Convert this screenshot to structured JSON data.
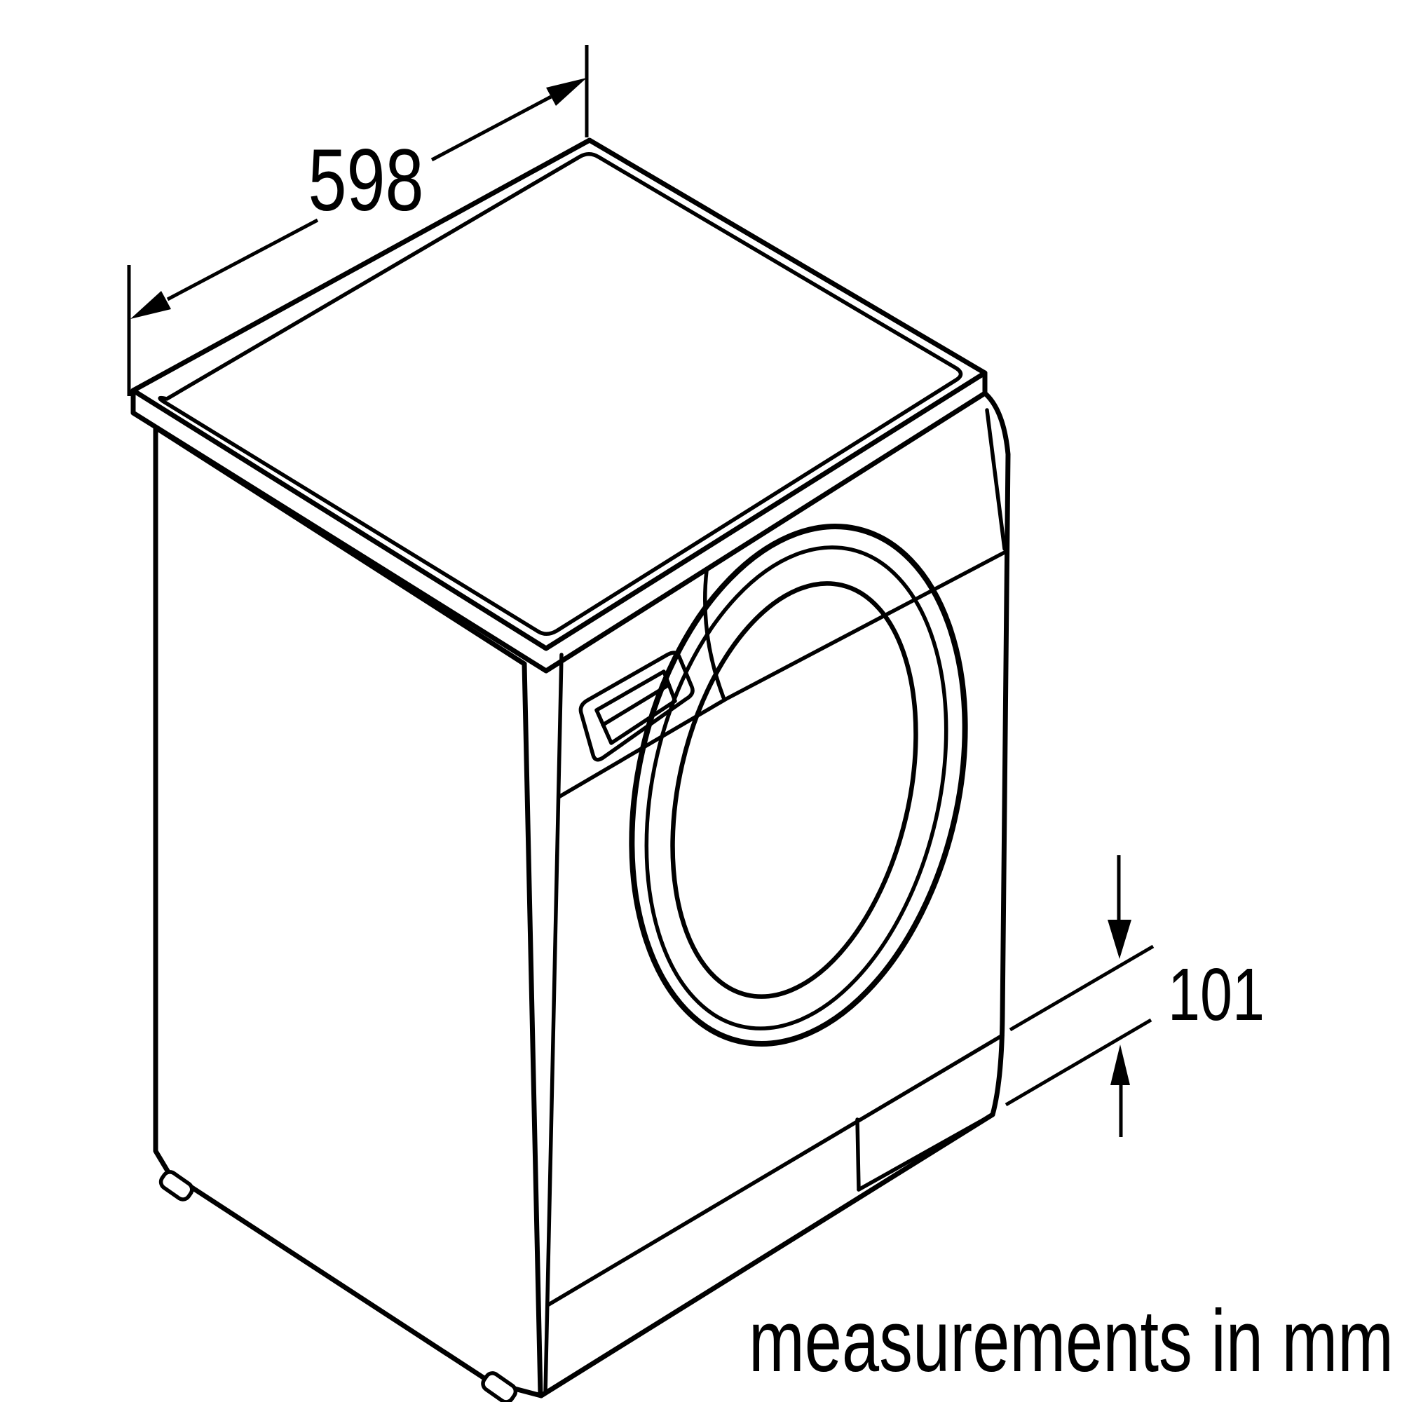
{
  "diagram": {
    "subject": "washing-machine-isometric-outline",
    "units_caption": "measurements in mm",
    "colors": {
      "line": "#000000",
      "background": "#ffffff"
    }
  },
  "dimensions": {
    "top_width": {
      "label": "598"
    },
    "plinth_height": {
      "label": "101"
    }
  },
  "caption": {
    "text": "measurements in mm"
  }
}
